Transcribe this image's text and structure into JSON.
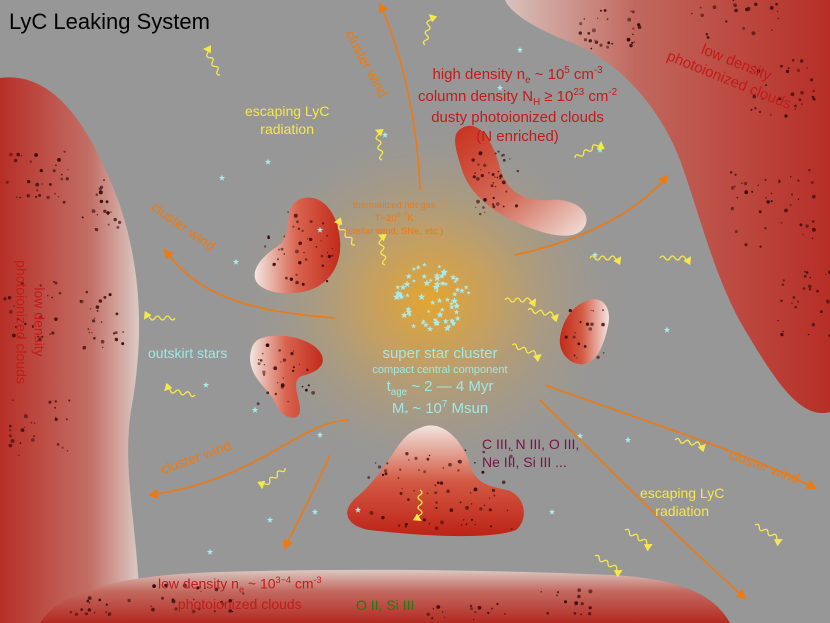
{
  "title": "LyC Leaking System",
  "low_density_clouds_top_right": "low density\nphotoionized clouds",
  "low_density_clouds_left": "low density\nphotoionized clouds",
  "dense_clouds": {
    "line1_prefix": "high density n",
    "line1_sub": "e",
    "line1_mid": " ~ 10",
    "line1_sup": "5",
    "line1_unit": " cm",
    "line1_unit_sup": "-3",
    "line2_prefix": "column density N",
    "line2_sub": "H",
    "line2_mid": " ≥ 10",
    "line2_sup": "23",
    "line2_unit": " cm",
    "line2_unit_sup": "-2",
    "line3": "dusty photoionized clouds",
    "line4": "(N enriched)"
  },
  "escaping_lyc_top": "escaping LyC\nradiation",
  "escaping_lyc_bottom": "escaping LyC\nradiation",
  "cluster_wind_labels": [
    "cluster wind",
    "cluster wind",
    "cluster wind",
    "cluster wind"
  ],
  "hot_gas": {
    "line1": "thermalized hot gas",
    "line2_prefix": "T~10",
    "line2_sup": "6−7",
    "line2_unit": "K",
    "line3": "(stellar wind, SNe, etc.)"
  },
  "outskirt_stars": "outskirt stars",
  "ssc": {
    "name": "super star cluster",
    "component": "compact central component",
    "age_prefix": "t",
    "age_sub": "age",
    "age_value": " ~ 2 — 4 Myr",
    "mass_prefix": "M",
    "mass_sub": "*",
    "mass_mid": " ~ 10",
    "mass_sup": "7",
    "mass_unit": " Msun"
  },
  "high_ions": "C III, N III, O III,\nNe III, Si III ...",
  "bottom_clouds": {
    "line1_prefix": "low density n",
    "line1_sub": "e",
    "line1_mid": " ~ 10",
    "line1_sup": "3−4",
    "line1_unit": " cm",
    "line1_unit_sup": "-3",
    "line2": "photoionized clouds"
  },
  "low_ions": "O II, Si III",
  "colors": {
    "background": "#979797",
    "cloud_red": "#c41a1a",
    "lyc_yellow": "#f6e84a",
    "wind_orange": "#ee7a12",
    "star_cyan": "#9fe8e6",
    "ion_purple": "#7a1246",
    "ion_green": "#1f7a12"
  }
}
